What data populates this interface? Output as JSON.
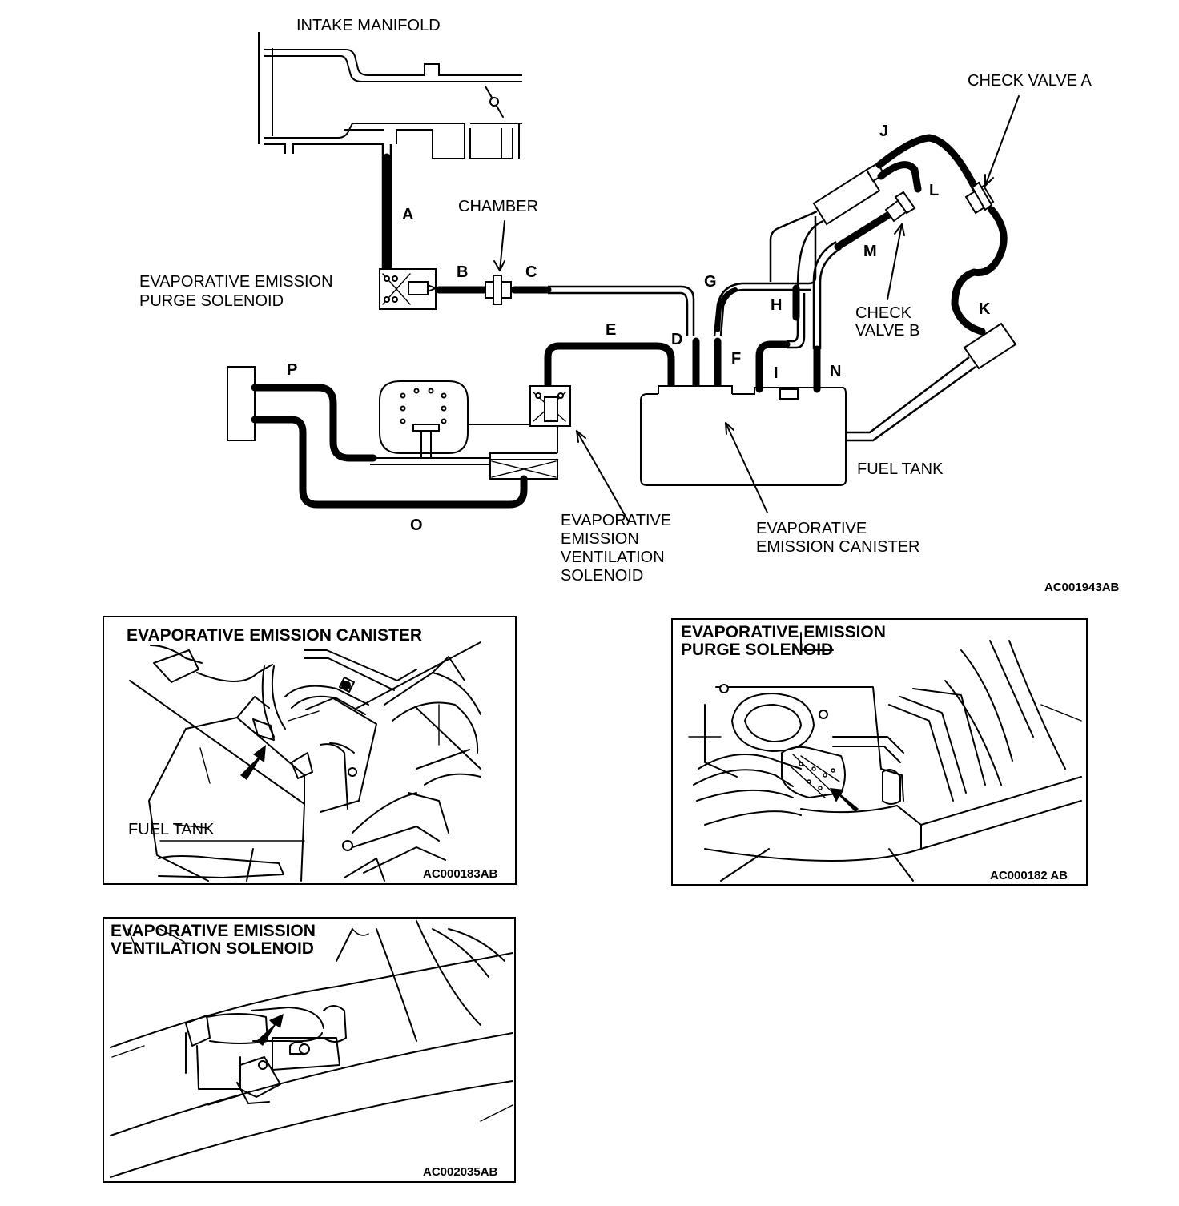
{
  "main_diagram": {
    "labels": {
      "intake_manifold": "INTAKE MANIFOLD",
      "chamber": "CHAMBER",
      "purge_solenoid_1": "EVAPORATIVE EMISSION",
      "purge_solenoid_2": "PURGE SOLENOID",
      "check_valve_a": "CHECK VALVE A",
      "check_valve_b_1": "CHECK",
      "check_valve_b_2": "VALVE B",
      "ventilation_solenoid_1": "EVAPORATIVE",
      "ventilation_solenoid_2": "EMISSION",
      "ventilation_solenoid_3": "VENTILATION",
      "ventilation_solenoid_4": "SOLENOID",
      "canister_1": "EVAPORATIVE",
      "canister_2": "EMISSION CANISTER",
      "fuel_tank": "FUEL TANK"
    },
    "hoses": {
      "a": "A",
      "b": "B",
      "c": "C",
      "d": "D",
      "e": "E",
      "f": "F",
      "g": "G",
      "h": "H",
      "i": "I",
      "j": "J",
      "k": "K",
      "l": "L",
      "m": "M",
      "n": "N",
      "o": "O",
      "p": "P"
    },
    "ref_code": "AC001943AB"
  },
  "panels": {
    "canister": {
      "title": "EVAPORATIVE EMISSION CANISTER",
      "fuel_tank_label": "FUEL TANK",
      "ref_code": "AC000183AB"
    },
    "purge": {
      "title_1": "EVAPORATIVE EMISSION",
      "title_2": "PURGE SOLENOID",
      "ref_code": "AC000182 AB"
    },
    "ventilation": {
      "title_1": "EVAPORATIVE EMISSION",
      "title_2": "VENTILATION SOLENOID",
      "ref_code": "AC002035AB"
    }
  }
}
